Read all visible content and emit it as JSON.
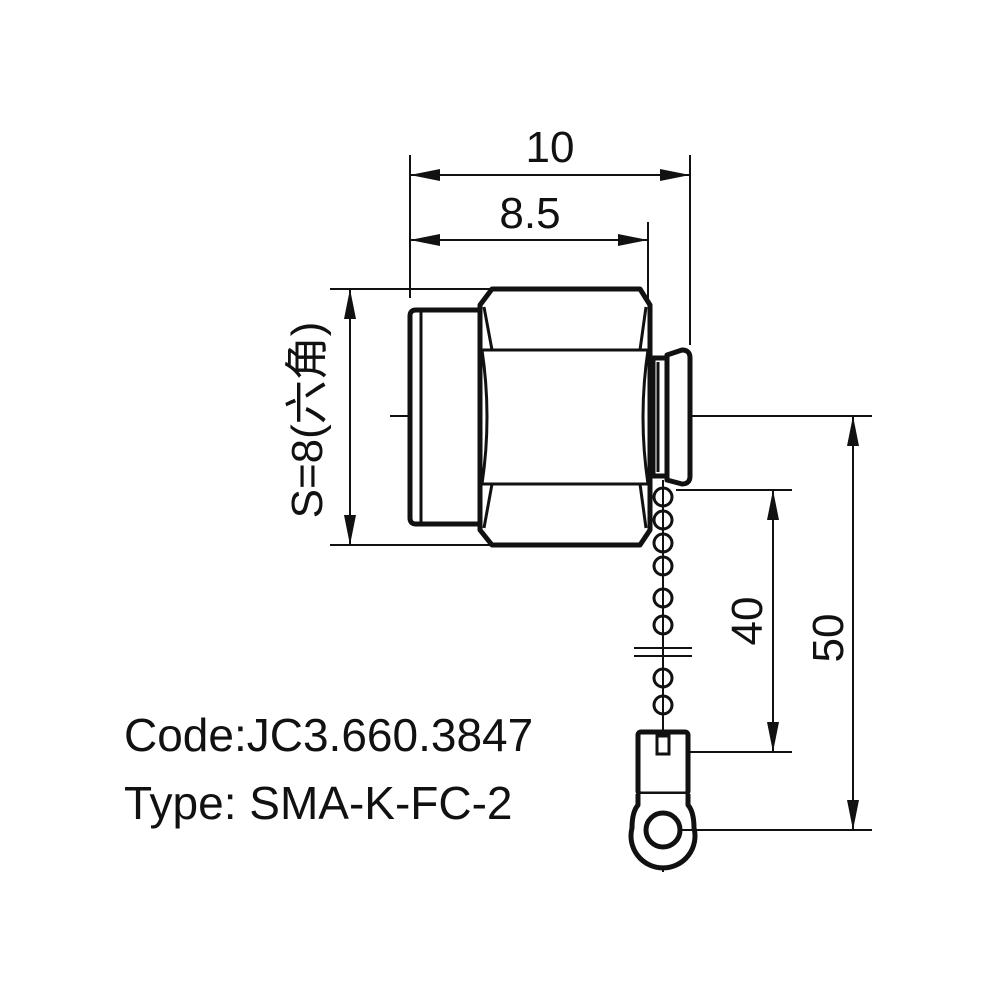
{
  "dimensions": {
    "overall_length": "10",
    "hex_length": "8.5",
    "hex_size": "S=8(六角)",
    "chain_length": "40",
    "total_chain_length": "50"
  },
  "product": {
    "code": "Code:JC3.660.3847",
    "type": "Type: SMA-K-FC-2"
  }
}
